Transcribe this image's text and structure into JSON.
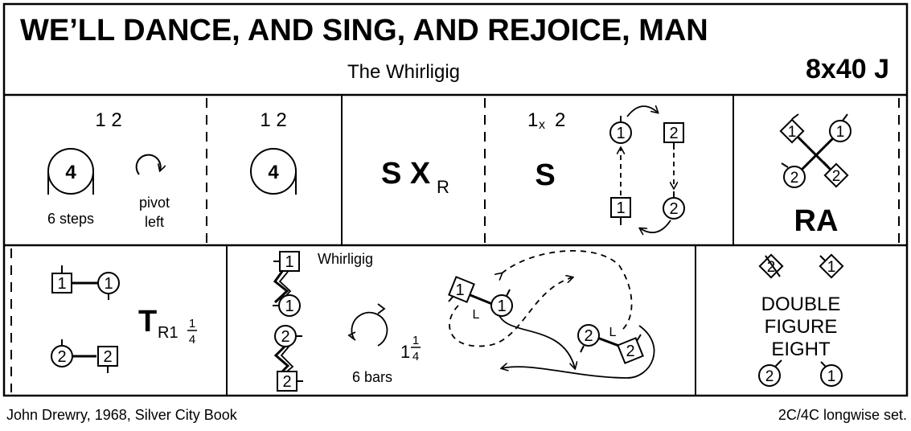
{
  "title": "WE’LL DANCE, AND SING, AND REJOICE, MAN",
  "subtitle": "The Whirligig",
  "format": "8x40 J",
  "footer": {
    "left": "John Drewry, 1968, Silver City Book",
    "right": "2C/4C longwise set."
  },
  "row1": {
    "cell1": {
      "couples": "1 2",
      "circle_count": "4",
      "circle_label": "6 steps",
      "pivot_label_1": "pivot",
      "pivot_label_2": "left"
    },
    "cell2": {
      "couples": "1 2",
      "circle_count": "4"
    },
    "cell3": {
      "text": "S X",
      "sub": "R"
    },
    "cell4": {
      "couples_a": "1",
      "couples_x": "x",
      "couples_b": "2",
      "text": "S",
      "d1": "1",
      "d2": "2",
      "d3": "1",
      "d4": "2"
    },
    "cell5": {
      "text": "RA",
      "d1": "1",
      "d2": "1",
      "d3": "2",
      "d4": "2"
    }
  },
  "row2": {
    "cell1": {
      "d1": "1",
      "d2": "1",
      "d3": "2",
      "d4": "2",
      "text": "T",
      "sub": "R1",
      "frac_num": "1",
      "frac_den": "4"
    },
    "cell2": {
      "label": "Whirligig",
      "bars": "6 bars",
      "turn_whole": "1",
      "frac_num": "1",
      "frac_den": "4",
      "l1": "L",
      "l2": "L",
      "d1": "1",
      "d2": "1",
      "d3": "2",
      "d4": "2",
      "d5": "1",
      "d6": "1",
      "d7": "2",
      "d8": "2"
    },
    "cell3": {
      "line1": "DOUBLE",
      "line2": "FIGURE",
      "line3": "EIGHT",
      "d1": "2",
      "d2": "1",
      "d3": "2",
      "d4": "1"
    }
  }
}
